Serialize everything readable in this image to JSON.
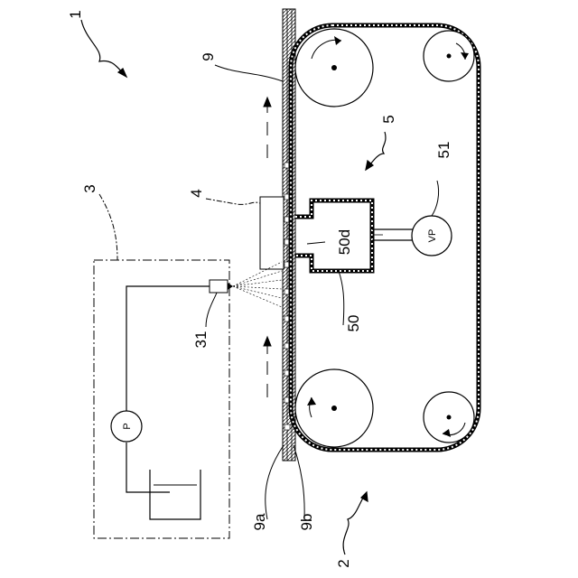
{
  "labels": {
    "ref_1": "1",
    "ref_2": "2",
    "ref_3": "3",
    "ref_4": "4",
    "ref_5": "5",
    "ref_9": "9",
    "ref_9a": "9a",
    "ref_9b": "9b",
    "ref_31": "31",
    "ref_50": "50",
    "ref_50d": "50d",
    "ref_51": "51",
    "pump": "P",
    "vacuum_pump": "VP"
  }
}
